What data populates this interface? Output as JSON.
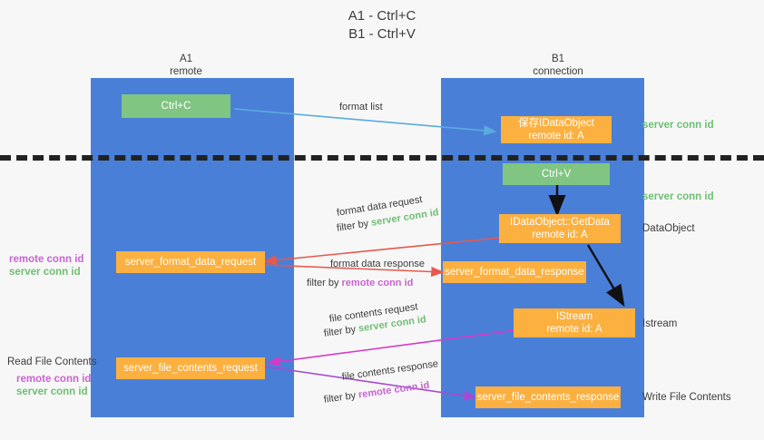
{
  "title": {
    "line1": "A1 - Ctrl+C",
    "line2": "B1 - Ctrl+V"
  },
  "columns": [
    {
      "name": "A1",
      "role": "remote"
    },
    {
      "name": "B1",
      "role": "connection"
    }
  ],
  "boxes": {
    "ctrl_c": "Ctrl+C",
    "ctrl_v": "Ctrl+V",
    "save_dataobject_l1": "保存IDataObject",
    "save_dataobject_l2": "remote id: A",
    "getdata_l1": "IDataObject::GetData",
    "getdata_l2": "remote id: A",
    "istream_l1": "IStream",
    "istream_l2": "remote id: A",
    "server_format_data_request": "server_format_data_request",
    "server_format_data_response": "server_format_data_response",
    "server_file_contents_request": "server_file_contents_request",
    "server_file_contents_response": "server_file_contents_response"
  },
  "edge_labels": {
    "format_list": "format list",
    "format_data_request": "format data request",
    "format_data_request_filter_prefix": "filter by ",
    "format_data_request_filter_key": "server conn id",
    "format_data_response": "format data response",
    "format_data_response_filter_prefix": "filter by ",
    "format_data_response_filter_key": "remote conn id",
    "file_contents_request": "file contents request",
    "file_contents_request_filter_prefix": "filter by ",
    "file_contents_request_filter_key": "server conn id",
    "file_contents_response": "file contents response",
    "file_contents_response_filter_prefix": "filter by ",
    "file_contents_response_filter_key": "remote conn id"
  },
  "right_labels": {
    "server_conn_id_top": "server conn id",
    "server_conn_id_mid": "server conn id",
    "dataobject": "DataObject",
    "istream": "Istream",
    "write_file_contents": "Write File Contents"
  },
  "left_labels": {
    "remote_conn_id_1": "remote conn id",
    "server_conn_id_1": "server conn id",
    "read_file_contents": "Read File Contents",
    "remote_conn_id_2": "remote conn id",
    "server_conn_id_2": "server conn id"
  },
  "colors": {
    "lane_blue": "#4a7fd8",
    "box_orange": "#fbb040",
    "box_green": "#80c582",
    "accent_green_text": "#6fbf73",
    "accent_purple_text": "#c864d2",
    "arrow_blue": "#5aabe0",
    "arrow_red": "#e8584c",
    "arrow_magenta": "#d838c8",
    "arrow_purple": "#a64bd0",
    "arrow_black": "#111111",
    "divider": "#222222",
    "background": "#f7f7f7"
  }
}
